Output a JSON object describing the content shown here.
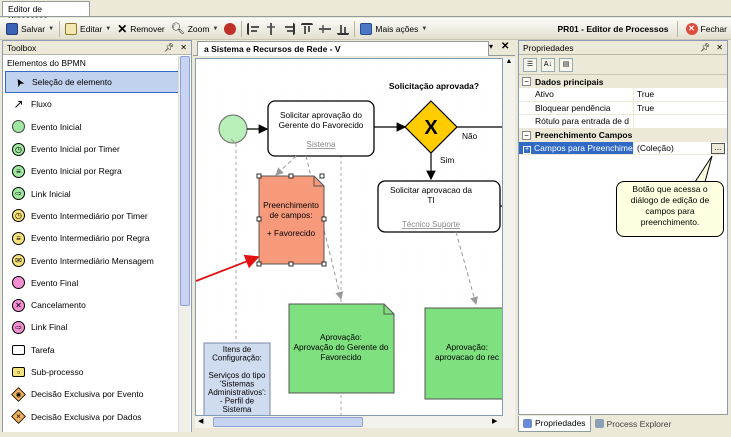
{
  "window": {
    "tab": "Editor de Processos"
  },
  "toolbar": {
    "salvar": "Salvar",
    "editar": "Editar",
    "remover": "Remover",
    "zoom": "Zoom",
    "mais_acoes": "Mais ações",
    "title": "PR01 - Editor de Processos",
    "fechar": "Fechar"
  },
  "toolbox": {
    "header": "Toolbox",
    "group": "Elementos do BPMN",
    "items": [
      {
        "label": "Seleção de elemento",
        "icon": "cursor-icon"
      },
      {
        "label": "Fluxo",
        "icon": "flow-arrow-icon"
      },
      {
        "label": "Evento Inicial",
        "icon": "start-event-icon"
      },
      {
        "label": "Evento Inicial por Timer",
        "icon": "timer-start-event-icon"
      },
      {
        "label": "Evento Inicial por Regra",
        "icon": "rule-start-event-icon"
      },
      {
        "label": "Link Inicial",
        "icon": "link-start-icon"
      },
      {
        "label": "Evento Intermediário por Timer",
        "icon": "timer-intermediate-icon"
      },
      {
        "label": "Evento Intermediário por Regra",
        "icon": "rule-intermediate-icon"
      },
      {
        "label": "Evento Intermediário Mensagem",
        "icon": "message-intermediate-icon"
      },
      {
        "label": "Evento Final",
        "icon": "end-event-icon"
      },
      {
        "label": "Cancelamento",
        "icon": "cancel-icon"
      },
      {
        "label": "Link Final",
        "icon": "link-end-icon"
      },
      {
        "label": "Tarefa",
        "icon": "task-icon"
      },
      {
        "label": "Sub-processo",
        "icon": "subprocess-icon"
      },
      {
        "label": "Decisão Exclusiva por Evento",
        "icon": "event-gateway-icon"
      },
      {
        "label": "Decisão Exclusiva por Dados",
        "icon": "data-gateway-icon"
      }
    ]
  },
  "document": {
    "tab": "a Sistema e Recursos de Rede - V"
  },
  "diagram": {
    "gateway_question": "Solicitação aprovada?",
    "task1": {
      "line1": "Solicitar aprovação do",
      "line2": "Gerente do Favorecido",
      "performer": "Sistema"
    },
    "task2": {
      "line1": "Solicitar aprovacao da",
      "line2": "TI",
      "performer": "Técnico Suporte"
    },
    "nao": "Não",
    "sim": "Sim",
    "form": {
      "line1": "Preenchimento",
      "line2": "de campos:",
      "line3": "+ Favorecido"
    },
    "note": {
      "lines": [
        "Itens de",
        "Configuração:",
        "",
        "Serviços do tipo",
        "'Sistemas",
        "Administrativos':",
        "- Perfil de",
        "Sistema"
      ]
    },
    "approval1": {
      "line1": "Aprovação:",
      "line2": "Aprovação do Gerente do",
      "line3": "Favorecido"
    },
    "approval2": {
      "line1": "Aprovação:",
      "line2": "aprovacao do rec"
    }
  },
  "properties": {
    "header": "Propriedades",
    "cat1": "Dados principais",
    "rows1": [
      {
        "name": "Ativo",
        "value": "True"
      },
      {
        "name": "Bloquear pendência",
        "value": "True"
      },
      {
        "name": "Rótulo para entrada de d",
        "value": ""
      }
    ],
    "cat2": "Preenchimento Campos",
    "rows2": [
      {
        "name": "Campos para Preenchime",
        "value": "(Coleção)"
      }
    ],
    "ellipsis": "...",
    "callout": "Botão que acessa o diálogo de edição de campos para preenchimento.",
    "tab_active": "Propriedades",
    "tab_inactive": "Process Explorer"
  }
}
